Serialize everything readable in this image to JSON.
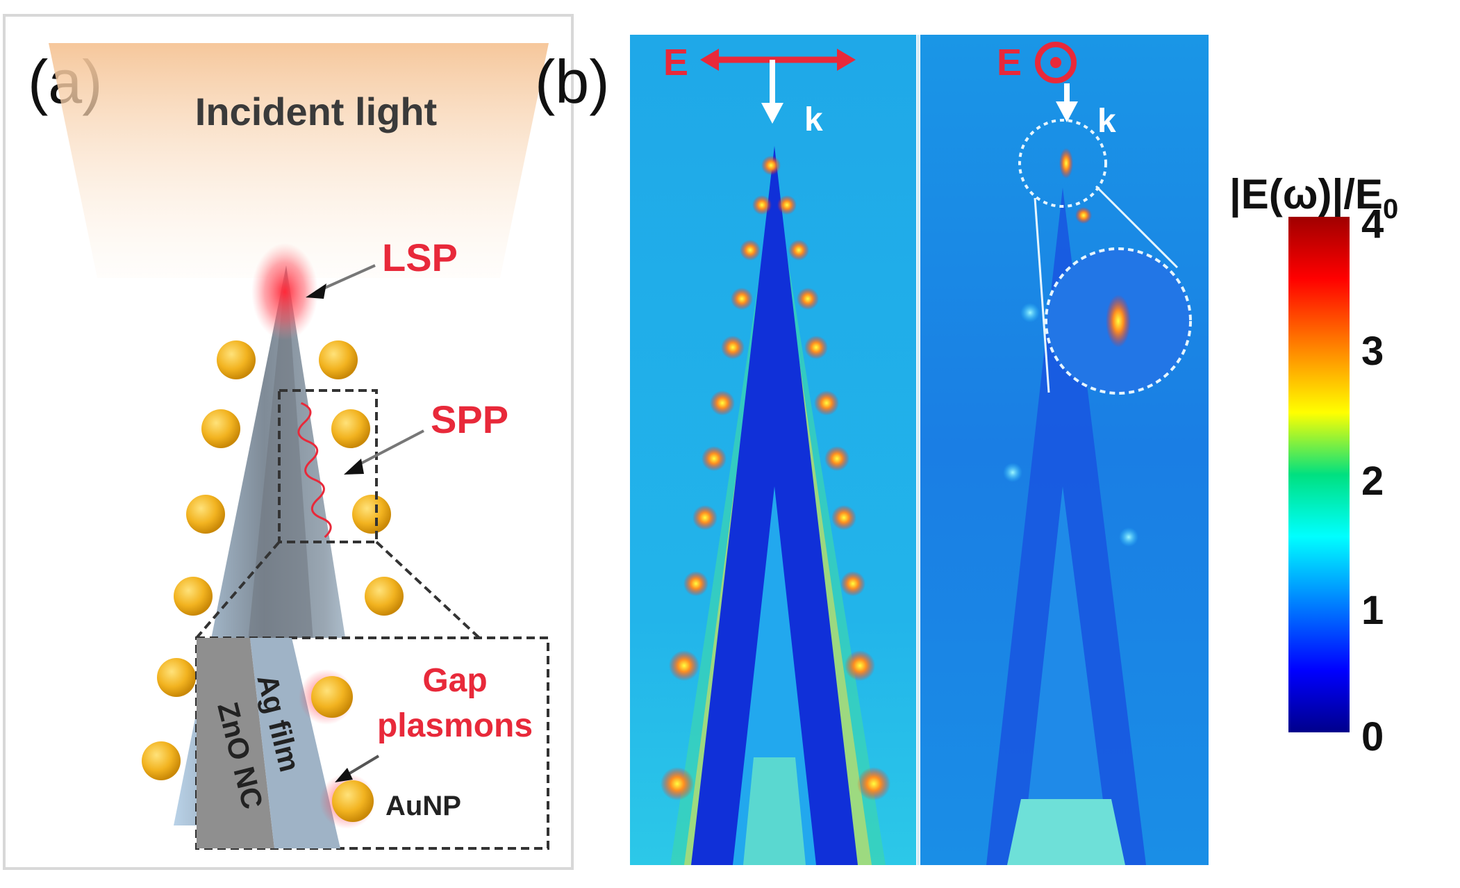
{
  "panel_a": {
    "label": "(a)",
    "incident_light": "Incident light",
    "lsp": "LSP",
    "spp": "SPP",
    "gap_line1": "Gap",
    "gap_line2": "plasmons",
    "ag_film": "Ag film",
    "zno_nc": "ZnO NC",
    "aunp": "AuNP"
  },
  "panel_b": {
    "label": "(b)",
    "left_map": {
      "e_label": "E",
      "k_label": "k",
      "polarization": "in-plane"
    },
    "right_map": {
      "e_label": "E",
      "k_label": "k",
      "polarization": "out-of-plane"
    },
    "colorbar": {
      "title_main": "|E(ω)|/E",
      "title_sub": "0",
      "ticks": [
        "4",
        "3",
        "2",
        "1",
        "0"
      ],
      "min": 0,
      "max": 4,
      "colors": [
        "#00008b",
        "#0000ff",
        "#0080ff",
        "#00ffff",
        "#00e080",
        "#ffff00",
        "#ff8000",
        "#ff0000",
        "#a00000"
      ]
    }
  },
  "colors": {
    "label_red": "#e8293a",
    "nanoparticle": "#f2b320",
    "background_field": "#1fa8e8"
  }
}
